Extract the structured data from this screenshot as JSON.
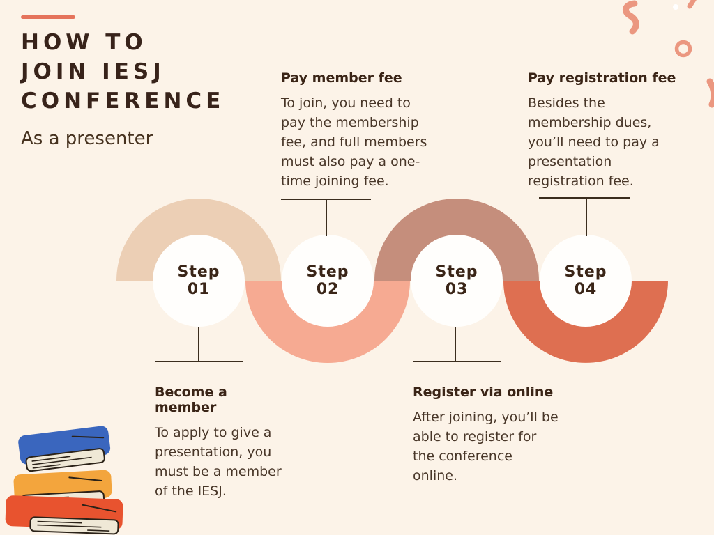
{
  "colors": {
    "background": "#fcf3e8",
    "accent_line": "#e5735b",
    "connector": "#3b2d1e",
    "circle_fill": "#fffefc",
    "decor": "#eb9780",
    "decor_dot": "#ffffff"
  },
  "header": {
    "title_lines": [
      "HOW TO",
      "JOIN IESJ",
      "CONFERENCE"
    ],
    "subtitle": "As a presenter"
  },
  "steps": [
    {
      "circle_label": "Step",
      "circle_number": "01",
      "title": "Become a member",
      "description": "To apply to give a presentation, you must be a member of the IESJ.",
      "arch_color": "#eccfb5"
    },
    {
      "circle_label": "Step",
      "circle_number": "02",
      "title": "Pay member fee",
      "description": "To join, you need to pay the membership fee, and full members must also pay a one-time joining fee.",
      "arch_color": "#f6aa92"
    },
    {
      "circle_label": "Step",
      "circle_number": "03",
      "title": "Register via online",
      "description": "After joining, you’ll be able to register for the conference online.",
      "arch_color": "#c58e7c"
    },
    {
      "circle_label": "Step",
      "circle_number": "04",
      "title": "Pay registration fee",
      "description": "Besides the membership dues, you’ll need to pay a presentation registration fee.",
      "arch_color": "#de6f51"
    }
  ],
  "books_illustration": {
    "name": "stack-of-books",
    "cover_top": "#3a66be",
    "cover_middle": "#f3a53d",
    "cover_bottom": "#e8532f",
    "pages": "#efe8d6",
    "outline": "#2b2218"
  }
}
